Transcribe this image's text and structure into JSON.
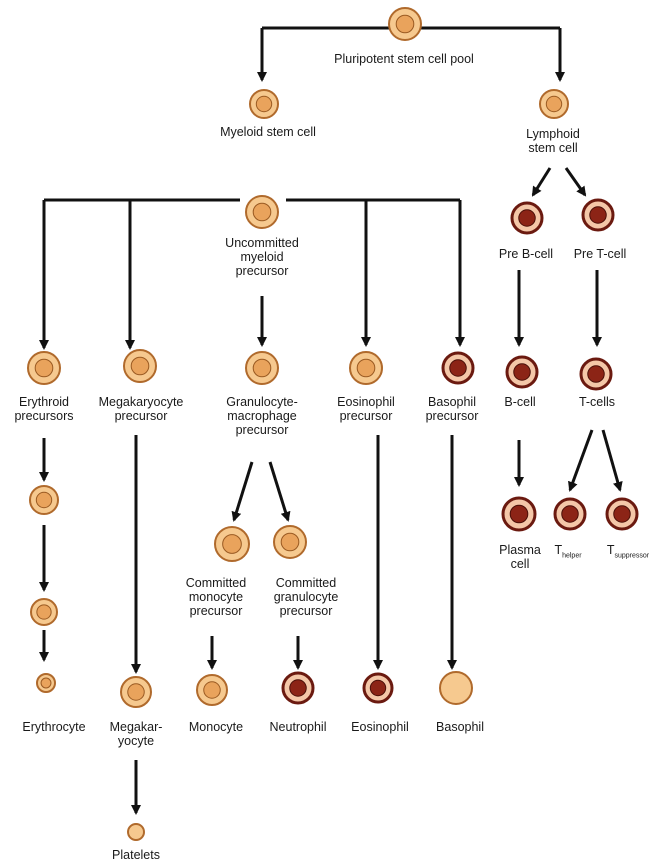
{
  "colors": {
    "arrow": "#111111",
    "cell_fill_light": "#f6c98f",
    "cell_ring_light": "#b06a2c",
    "cell_nucleus_light": "#e9a35c",
    "cell_fill_dark": "#f4c7a8",
    "cell_ring_dark": "#6b1a10",
    "cell_nucleus_dark": "#8c2416"
  },
  "labels": {
    "pluripotent": "Pluripotent stem cell pool",
    "myeloid_stem": "Myeloid stem cell",
    "lymphoid_stem": "Lymphoid\nstem cell",
    "uncommitted": "Uncommitted\nmyeloid\nprecursor",
    "pre_b": "Pre B-cell",
    "pre_t": "Pre T-cell",
    "erythroid": "Erythroid\nprecursors",
    "megakaryocyte_precursor": "Megakaryocyte\nprecursor",
    "gm_precursor": "Granulocyte-\nmacrophage\nprecursor",
    "eosinophil_precursor": "Eosinophil\nprecursor",
    "basophil_precursor": "Basophil\nprecursor",
    "b_cell": "B-cell",
    "t_cells": "T-cells",
    "plasma_cell": "Plasma\ncell",
    "t_helper": "T",
    "t_helper_sub": "helper",
    "t_suppressor": "T",
    "t_suppressor_sub": "suppressor",
    "committed_monocyte": "Committed\nmonocyte\nprecursor",
    "committed_granulocyte": "Committed\ngranulocyte\nprecursor",
    "erythrocyte": "Erythrocyte",
    "megakaryocyte": "Megakar-\nyocyte",
    "monocyte": "Monocyte",
    "neutrophil": "Neutrophil",
    "eosinophil": "Eosinophil",
    "basophil": "Basophil",
    "platelets": "Platelets"
  }
}
